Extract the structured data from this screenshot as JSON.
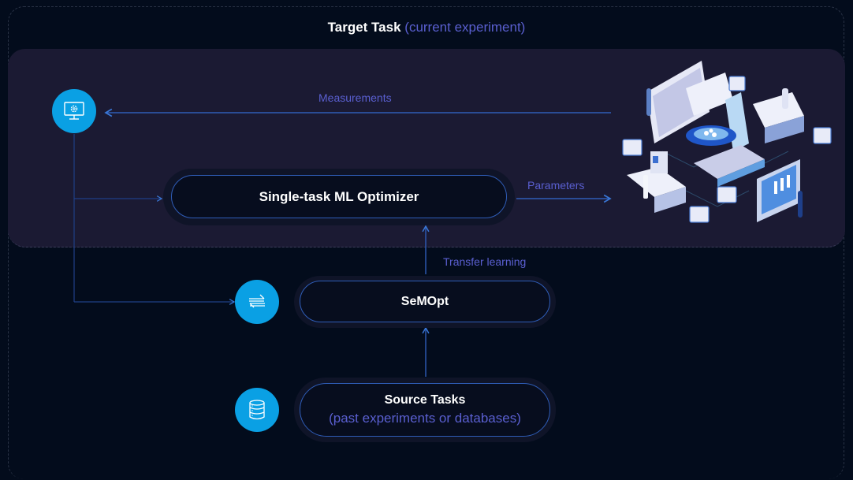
{
  "title": {
    "main": "Target Task",
    "sub": "(current experiment)"
  },
  "nodes": {
    "optimizer": "Single-task ML Optimizer",
    "semopt": "SeMOpt",
    "source_title": "Source Tasks",
    "source_sub": "(past experiments or databases)"
  },
  "edges": {
    "measurements": "Measurements",
    "parameters": "Parameters",
    "transfer": "Transfer learning"
  },
  "icons": {
    "experiment": "monitor-gear-icon",
    "exchange": "exchange-arrows-icon",
    "database": "database-icon",
    "lab": "lab-illustration"
  },
  "colors": {
    "accent": "#0aa0e4",
    "line": "#2f5db8",
    "label": "#5a5fd0",
    "panel": "#1b1a33",
    "background": "#030c1c"
  }
}
